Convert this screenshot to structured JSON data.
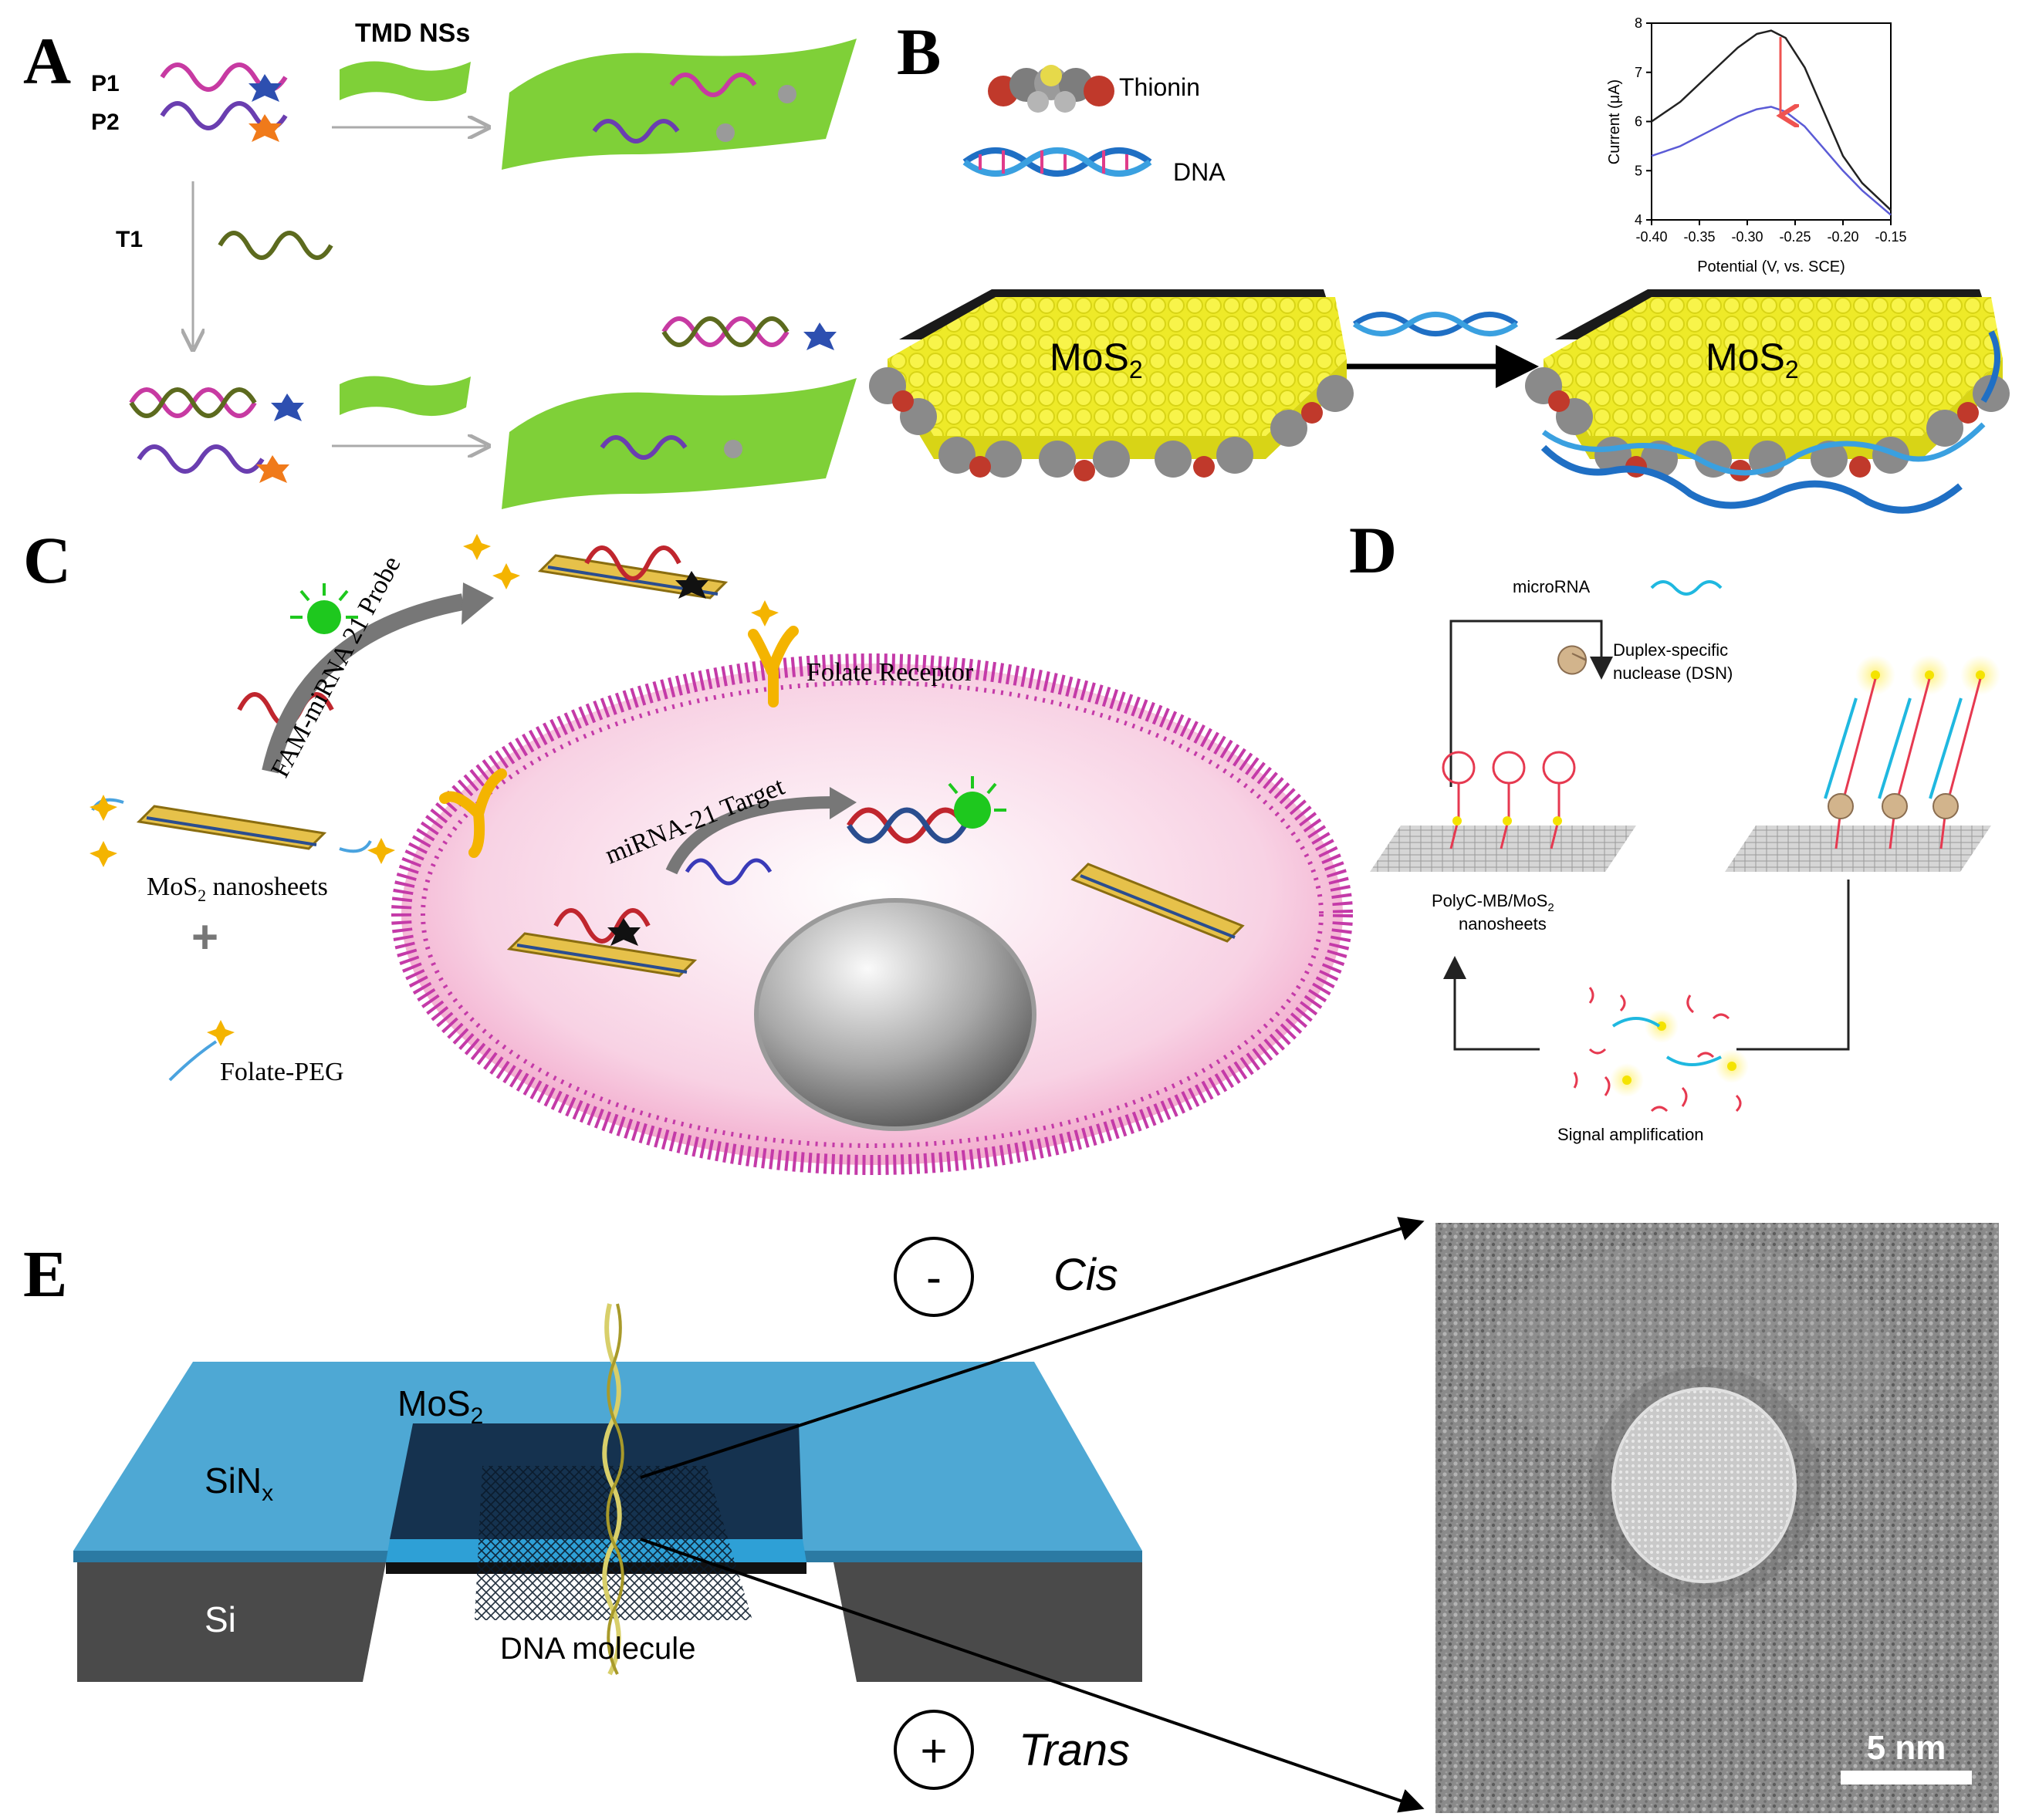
{
  "panels": {
    "A": {
      "letter": "A",
      "labels": {
        "p1": "P1",
        "p2": "P2",
        "tmd": "TMD NSs",
        "t1": "T1"
      }
    },
    "B": {
      "letter": "B",
      "legend_thionin": "Thionin",
      "legend_dna": "DNA",
      "mos2_left": "MoS",
      "mos2_right": "MoS",
      "subscript": "2"
    },
    "C": {
      "letter": "C",
      "probe": "FAM-miRNA 21 Probe",
      "receptor": "Folate Receptor",
      "target": "miRNA-21 Target",
      "nanosheets": "MoS",
      "nanosheets_sub": "2",
      "nanosheets_suffix": " nanosheets",
      "plus": "+",
      "folate": "Folate-PEG"
    },
    "D": {
      "letter": "D",
      "microrna": "microRNA",
      "dsn_line1": "Duplex-specific",
      "dsn_line2": "nuclease (DSN)",
      "polyc_line1": "PolyC-MB/MoS",
      "polyc_sub": "2",
      "polyc_line2": "nanosheets",
      "signal": "Signal amplification"
    },
    "E": {
      "letter": "E",
      "minus": "-",
      "cis": "Cis",
      "plus": "+",
      "trans": "Trans",
      "mos2": "MoS",
      "mos2_sub": "2",
      "sinx": "SiN",
      "sinx_sub": "x",
      "si": "Si",
      "dna": "DNA molecule",
      "scale": "5 nm"
    }
  },
  "inset_chart": {
    "chart_data": {
      "type": "line",
      "xlabel": "Potential (V, vs. SCE)",
      "ylabel": "Current (μA)",
      "xlim": [
        -0.4,
        -0.15
      ],
      "ylim": [
        4,
        8
      ],
      "xticks": [
        "-0.40",
        "-0.35",
        "-0.30",
        "-0.25",
        "-0.20",
        "-0.15"
      ],
      "yticks": [
        "4",
        "5",
        "6",
        "7",
        "8"
      ],
      "series": [
        {
          "color": "#222222",
          "x": [
            -0.4,
            -0.37,
            -0.34,
            -0.31,
            -0.29,
            -0.275,
            -0.26,
            -0.24,
            -0.22,
            -0.2,
            -0.18,
            -0.15
          ],
          "y": [
            6.0,
            6.4,
            6.95,
            7.5,
            7.78,
            7.85,
            7.7,
            7.1,
            6.2,
            5.3,
            4.75,
            4.2
          ]
        },
        {
          "color": "#5b5bd6",
          "x": [
            -0.4,
            -0.37,
            -0.34,
            -0.31,
            -0.29,
            -0.275,
            -0.26,
            -0.24,
            -0.22,
            -0.2,
            -0.18,
            -0.15
          ],
          "y": [
            5.3,
            5.5,
            5.8,
            6.1,
            6.25,
            6.3,
            6.2,
            5.9,
            5.45,
            5.0,
            4.6,
            4.1
          ]
        }
      ]
    }
  },
  "colors": {
    "green_sheet": "#7fd038",
    "mos2_yellow": "#f2ee2a",
    "cell_pink": "#f6c2d9",
    "membrane": "#c43aa8",
    "sin_blue": "#3d8fba",
    "si_gray": "#4a4a4a"
  }
}
